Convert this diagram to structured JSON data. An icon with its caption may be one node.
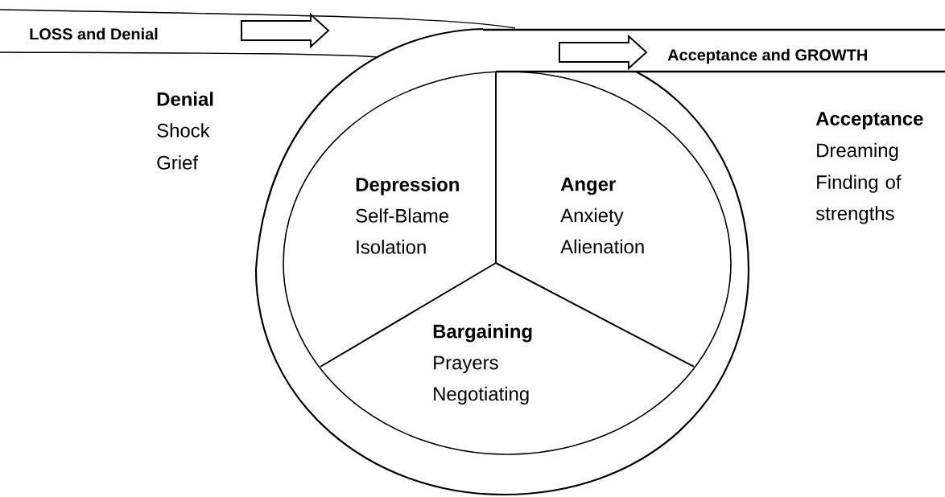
{
  "diagram": {
    "nodes": [
      {
        "text": [
          "LOSS and Denial"
        ]
      },
      {
        "text": [
          "Acceptance and GROWTH"
        ]
      },
      {
        "text": [
          "Depression",
          "Self-Blame",
          "Isolation"
        ]
      },
      {
        "text": [
          "Anger",
          "Anxiety",
          "Alienation"
        ]
      },
      {
        "text": [
          "Bargaining",
          "Prayers",
          "Negotiating"
        ]
      }
    ],
    "labels": [
      "Denial",
      "Shock",
      "Grief",
      "Acceptance",
      "Dreaming",
      "Finding of strengths"
    ]
  }
}
